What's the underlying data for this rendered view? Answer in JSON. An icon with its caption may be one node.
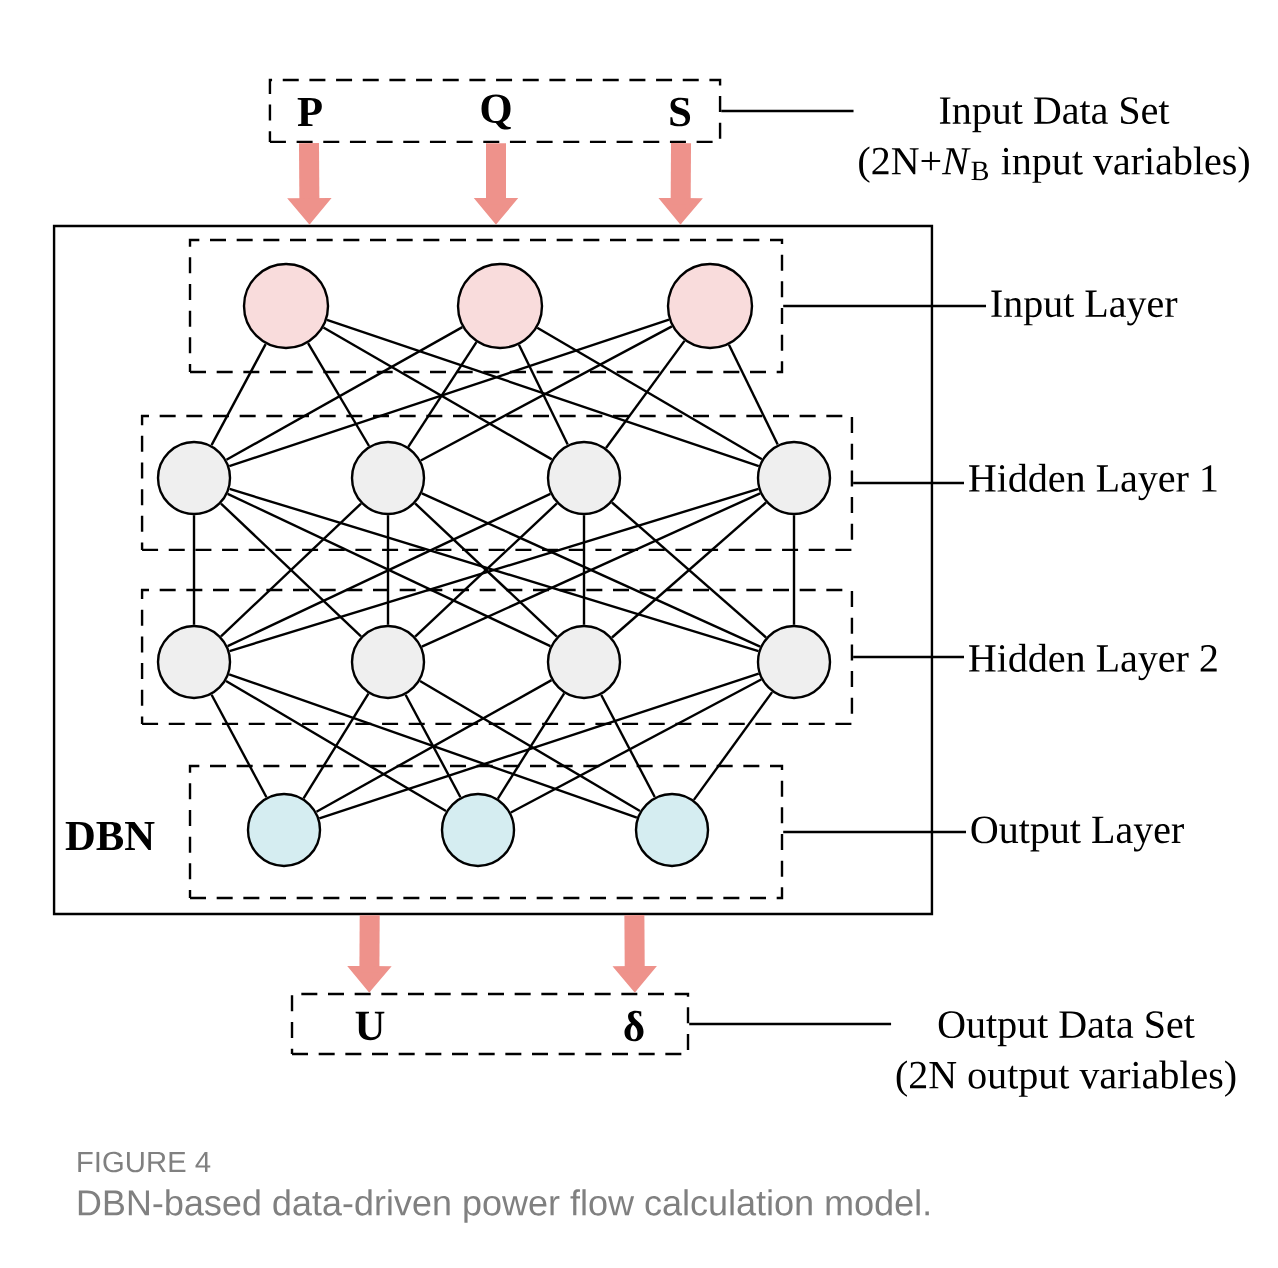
{
  "diagram": {
    "caption": "DBN-based data-driven power flow calculation model.",
    "nodes": [
      {
        "text": [
          "DBN"
        ]
      },
      {
        "text": [],
        "shape": "box",
        "in": 0
      },
      {
        "text": [],
        "shape": "circle",
        "in": 1
      },
      {
        "text": [],
        "shape": "circle",
        "in": 1
      },
      {
        "text": [],
        "shape": "circle",
        "in": 1
      },
      {
        "text": [],
        "shape": "box",
        "in": 0
      },
      {
        "text": [],
        "shape": "circle",
        "in": 5
      },
      {
        "text": [],
        "shape": "circle",
        "in": 5
      },
      {
        "text": [],
        "shape": "circle",
        "in": 5
      },
      {
        "text": [],
        "shape": "circle",
        "in": 5
      },
      {
        "text": [],
        "shape": "box",
        "in": 0
      },
      {
        "text": [],
        "shape": "circle",
        "in": 10
      },
      {
        "text": [],
        "shape": "circle",
        "in": 10
      },
      {
        "text": [],
        "shape": "circle",
        "in": 10
      },
      {
        "text": [],
        "shape": "circle",
        "in": 10
      },
      {
        "text": [],
        "shape": "box",
        "in": 0
      },
      {
        "text": [],
        "shape": "circle",
        "in": 15
      },
      {
        "text": [],
        "shape": "circle",
        "in": 15
      },
      {
        "text": [],
        "shape": "circle",
        "in": 15
      },
      {
        "text": [
          "P",
          "Q",
          "S"
        ]
      },
      {
        "text": [
          "U",
          "δ"
        ]
      },
      {
        "text": [
          "Input Data Set",
          "(2N+*N*$_{B}$ input variables)"
        ]
      },
      {
        "text": [
          "Input Layer"
        ]
      },
      {
        "text": [
          "Hidden Layer 1"
        ]
      },
      {
        "text": [
          "Hidden Layer 2"
        ]
      },
      {
        "text": [
          "Output Layer"
        ]
      },
      {
        "text": [
          "Output Data Set",
          "(2N output variables)"
        ]
      }
    ],
    "edges": [
      {
        "from": 2,
        "to": 6,
        "arrow": "none"
      },
      {
        "from": 2,
        "to": 7,
        "arrow": "none"
      },
      {
        "from": 2,
        "to": 8,
        "arrow": "none"
      },
      {
        "from": 2,
        "to": 9,
        "arrow": "none"
      },
      {
        "from": 3,
        "to": 6,
        "arrow": "none"
      },
      {
        "from": 3,
        "to": 7,
        "arrow": "none"
      },
      {
        "from": 3,
        "to": 8,
        "arrow": "none"
      },
      {
        "from": 3,
        "to": 9,
        "arrow": "none"
      },
      {
        "from": 4,
        "to": 6,
        "arrow": "none"
      },
      {
        "from": 4,
        "to": 7,
        "arrow": "none"
      },
      {
        "from": 4,
        "to": 8,
        "arrow": "none"
      },
      {
        "from": 4,
        "to": 9,
        "arrow": "none"
      },
      {
        "from": 6,
        "to": 11,
        "arrow": "none"
      },
      {
        "from": 6,
        "to": 12,
        "arrow": "none"
      },
      {
        "from": 6,
        "to": 13,
        "arrow": "none"
      },
      {
        "from": 6,
        "to": 14,
        "arrow": "none"
      },
      {
        "from": 7,
        "to": 11,
        "arrow": "none"
      },
      {
        "from": 7,
        "to": 12,
        "arrow": "none"
      },
      {
        "from": 7,
        "to": 13,
        "arrow": "none"
      },
      {
        "from": 7,
        "to": 14,
        "arrow": "none"
      },
      {
        "from": 8,
        "to": 11,
        "arrow": "none"
      },
      {
        "from": 8,
        "to": 12,
        "arrow": "none"
      },
      {
        "from": 8,
        "to": 13,
        "arrow": "none"
      },
      {
        "from": 8,
        "to": 14,
        "arrow": "none"
      },
      {
        "from": 9,
        "to": 11,
        "arrow": "none"
      },
      {
        "from": 9,
        "to": 12,
        "arrow": "none"
      },
      {
        "from": 9,
        "to": 13,
        "arrow": "none"
      },
      {
        "from": 9,
        "to": 14,
        "arrow": "none"
      },
      {
        "from": 11,
        "to": 16,
        "arrow": "none"
      },
      {
        "from": 11,
        "to": 17,
        "arrow": "none"
      },
      {
        "from": 11,
        "to": 18,
        "arrow": "none"
      },
      {
        "from": 12,
        "to": 16,
        "arrow": "none"
      },
      {
        "from": 12,
        "to": 17,
        "arrow": "none"
      },
      {
        "from": 12,
        "to": 18,
        "arrow": "none"
      },
      {
        "from": 13,
        "to": 16,
        "arrow": "none"
      },
      {
        "from": 13,
        "to": 17,
        "arrow": "none"
      },
      {
        "from": 13,
        "to": 18,
        "arrow": "none"
      },
      {
        "from": 14,
        "to": 16,
        "arrow": "none"
      },
      {
        "from": 14,
        "to": 17,
        "arrow": "none"
      },
      {
        "from": 14,
        "to": 18,
        "arrow": "none"
      },
      {
        "from": 19,
        "to": 0,
        "arrow": "to",
        "style": "thick",
        "color": "#ee928b"
      },
      {
        "from": 19,
        "to": 0,
        "arrow": "to",
        "style": "thick",
        "color": "#ee928b"
      },
      {
        "from": 19,
        "to": 0,
        "arrow": "to",
        "style": "thick",
        "color": "#ee928b"
      },
      {
        "from": 0,
        "to": 20,
        "arrow": "to",
        "style": "thick",
        "color": "#ee928b"
      },
      {
        "from": 0,
        "to": 20,
        "arrow": "to",
        "style": "thick",
        "color": "#ee928b"
      },
      {
        "from": 21,
        "to": 19,
        "arrow": "none"
      },
      {
        "from": 22,
        "to": 1,
        "arrow": "none"
      },
      {
        "from": 23,
        "to": 5,
        "arrow": "none"
      },
      {
        "from": 24,
        "to": 10,
        "arrow": "none"
      },
      {
        "from": 25,
        "to": 15,
        "arrow": "none"
      },
      {
        "from": 26,
        "to": 20,
        "arrow": "none"
      }
    ],
    "labels": [
      "FIGURE 4"
    ]
  }
}
